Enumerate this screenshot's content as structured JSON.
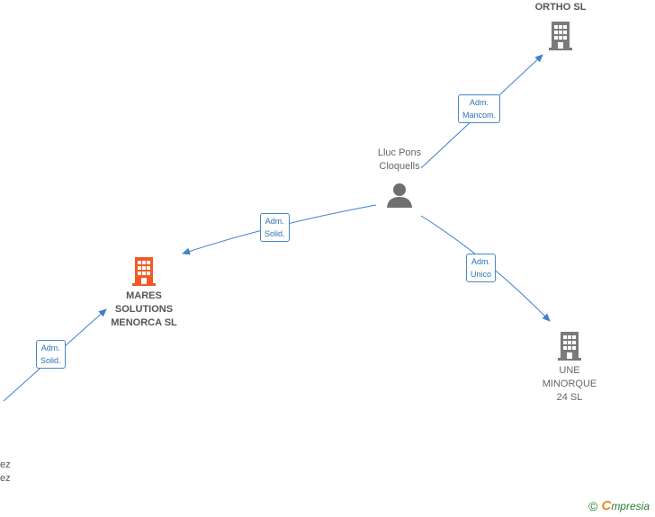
{
  "colors": {
    "edge": "#3f7fcc",
    "company_icon": "#7a7a7a",
    "company_icon_highlight": "#f05a28",
    "person_icon": "#6f6f6f"
  },
  "nodes": {
    "ortho": {
      "label": "ORTHO  SL",
      "icon": "building-icon"
    },
    "lluc": {
      "label": "Lluc Pons\nCloquells",
      "icon": "person-icon"
    },
    "mares": {
      "label": "MARES\nSOLUTIONS\nMENORCA  SL",
      "icon": "building-icon"
    },
    "une": {
      "label": "UNE\nMINORQUE\n24  SL",
      "icon": "building-icon"
    },
    "cut_off": {
      "line1": "ez",
      "line2": "ez"
    }
  },
  "edges": {
    "lluc_ortho": "Adm.\nMancom.",
    "lluc_mares": "Adm.\nSolid.",
    "lluc_une": "Adm.\nUnico",
    "offscreen_mares": "Adm.\nSolid."
  },
  "footer": {
    "copyright": "©",
    "brand_initial": "C",
    "brand_rest": "mpresia"
  }
}
